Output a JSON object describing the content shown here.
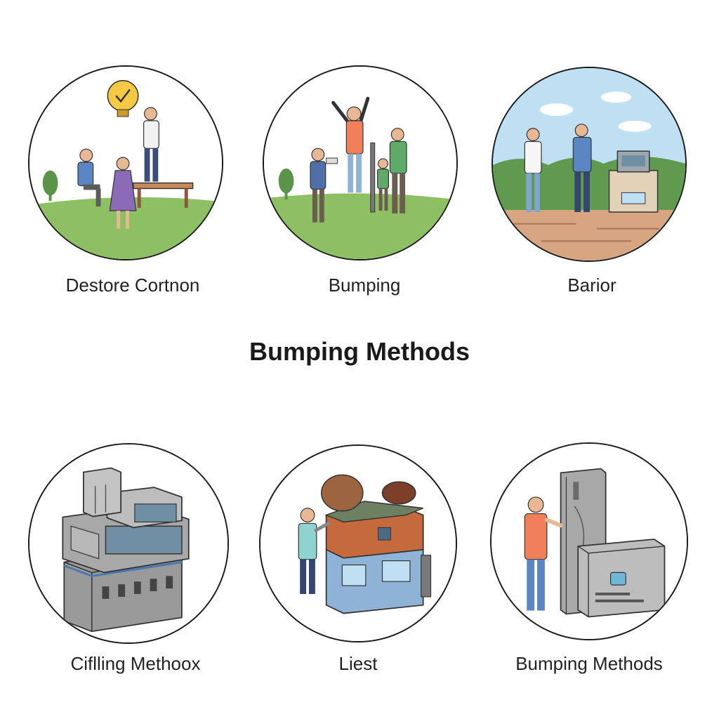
{
  "heading": "Bumping Methods",
  "tiles": [
    {
      "caption": "Destore Cortnon",
      "icon": "people-park-lightbulb-icon"
    },
    {
      "caption": "Bumping",
      "icon": "people-celebrating-park-icon"
    },
    {
      "caption": "Barior",
      "icon": "people-plaza-machine-icon"
    },
    {
      "caption": "Ciflling Methoox",
      "icon": "building-block-icon"
    },
    {
      "caption": "Liest",
      "icon": "person-capsule-machine-icon"
    },
    {
      "caption": "Bumping Methods",
      "icon": "person-server-cabinet-icon"
    }
  ],
  "colors": {
    "grass": "#8cc063",
    "sky": "#bfe0f2",
    "shirt_orange": "#f07f5a",
    "shirt_blue": "#5b86c4",
    "shirt_green": "#5faa68",
    "bulb": "#f6c945",
    "concrete": "#9a9a9a",
    "glass": "#6f8fa5",
    "brick": "#c46a3c",
    "capsule_blue": "#8fb3d6"
  }
}
